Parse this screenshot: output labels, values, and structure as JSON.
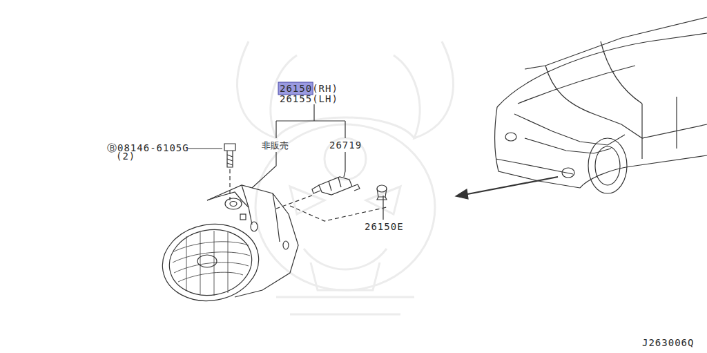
{
  "diagram": {
    "labels": [
      "26150(RH)",
      "26155(LH)",
      "非販売",
      "26719",
      "Ⓑ08146-6105G",
      "(2)",
      "26150E",
      "J263006Q"
    ]
  }
}
